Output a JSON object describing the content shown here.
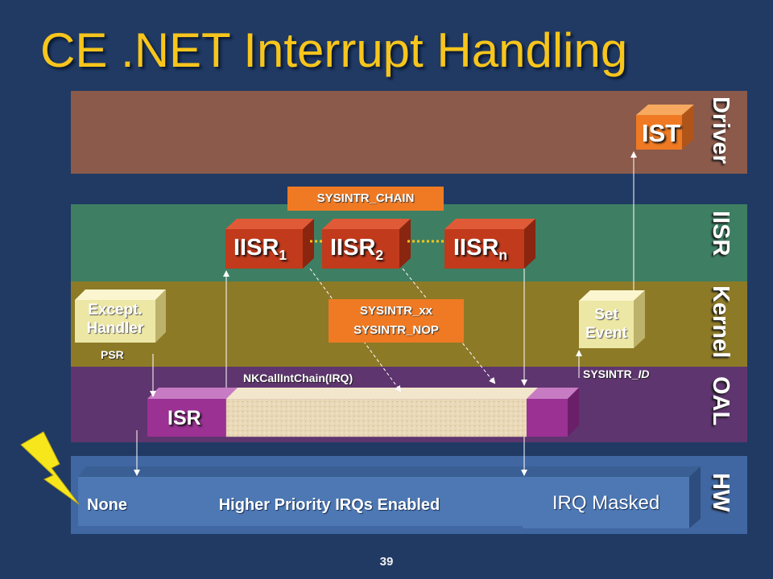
{
  "title": "CE .NET Interrupt Handling",
  "layers": {
    "driver": "Driver",
    "iisr": "IISR",
    "kernel": "Kernel",
    "oal": "OAL",
    "hw": "HW"
  },
  "boxes": {
    "ist": "IST",
    "iisr_base": "IISR",
    "iisr1_sub": "1",
    "iisr2_sub": "2",
    "iisrn_sub": "n",
    "except_line1": "Except.",
    "except_line2": "Handler",
    "set_event_line1": "Set",
    "set_event_line2": "Event",
    "isr": "ISR"
  },
  "tags": {
    "sysintr_chain": "SYSINTR_CHAIN",
    "sysintr_xx": "SYSINTR_xx",
    "sysintr_nop": "SYSINTR_NOP"
  },
  "labels": {
    "psr": "PSR",
    "nkcall": "NKCallIntChain(IRQ)",
    "sysintr_id_prefix": "SYSINTR_",
    "sysintr_id_italic": "ID"
  },
  "hw": {
    "none": "None",
    "higher": "Higher Priority IRQs Enabled",
    "masked": "IRQ Masked"
  },
  "page_number": "39"
}
